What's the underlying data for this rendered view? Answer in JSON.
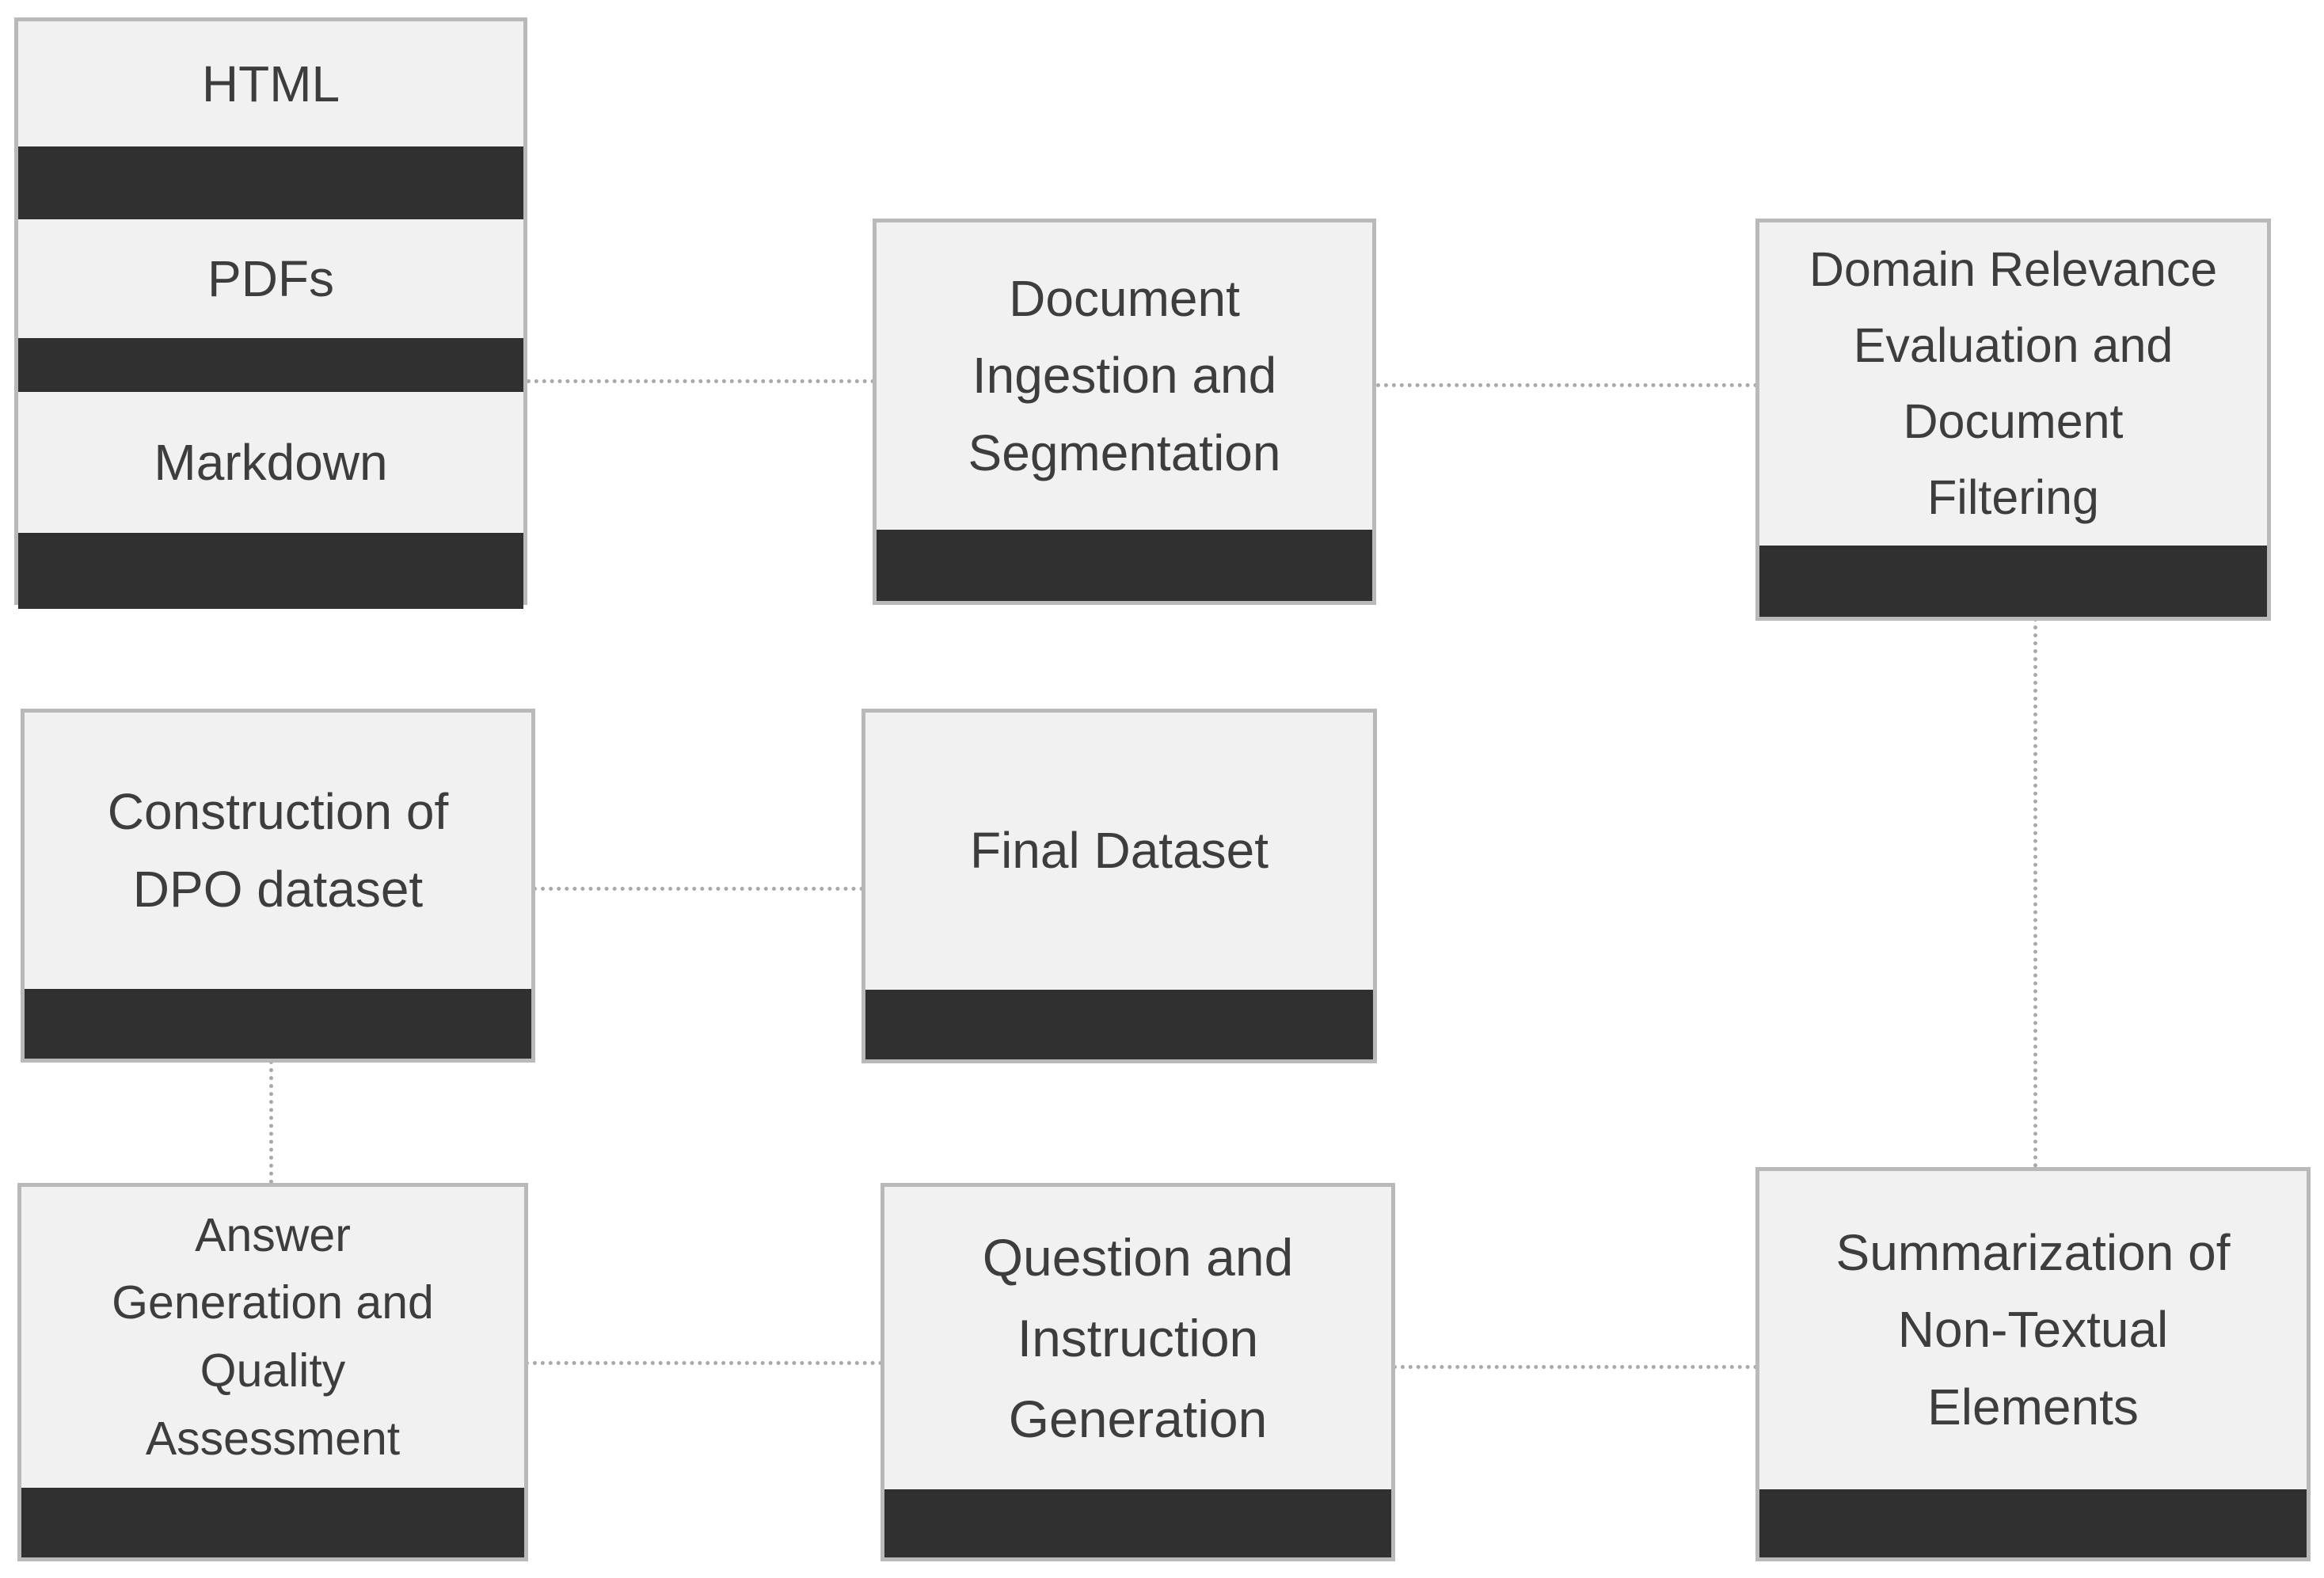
{
  "sources": {
    "items": [
      "HTML",
      "PDFs",
      "Markdown"
    ]
  },
  "nodes": {
    "ingestion": "Document\nIngestion and\nSegmentation",
    "relevance": "Domain Relevance\nEvaluation and\nDocument\nFiltering",
    "summarization": "Summarization of\nNon-Textual\nElements",
    "question": "Question and\nInstruction\nGeneration",
    "answer": "Answer\nGeneration and\nQuality\nAssessment",
    "dpo": "Construction of\nDPO dataset",
    "final": "Final Dataset"
  },
  "colors": {
    "box_fill": "#f1f1f1",
    "box_border": "#b9b9b9",
    "bar": "#303030",
    "text": "#3d3d3d",
    "connector": "#a9a9a9"
  }
}
